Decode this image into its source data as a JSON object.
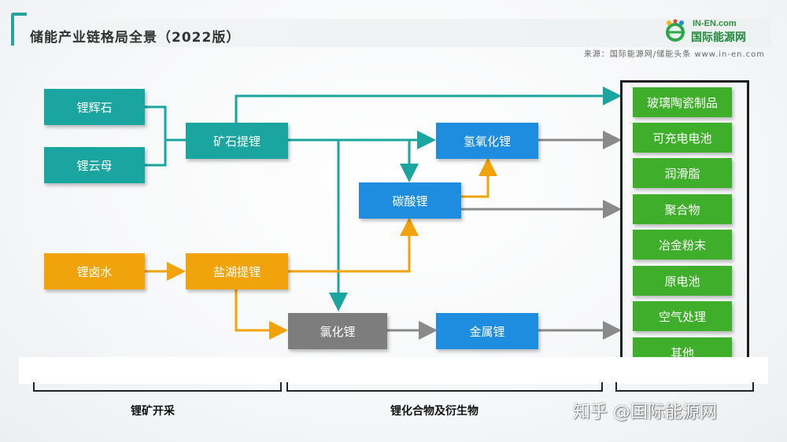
{
  "header": {
    "title": "储能产业链格局全景（2022版）",
    "logo_en": "IN-EN.com",
    "logo_cn": "国际能源网",
    "source": "来源：国际能源网/储能头条 www.in-en.com"
  },
  "nodes": {
    "spodumene": "锂辉石",
    "lepidolite": "锂云母",
    "brine": "锂卤水",
    "ore_extraction": "矿石提锂",
    "salt_lake_extraction": "盐湖提锂",
    "lithium_hydroxide": "氢氧化锂",
    "lithium_carbonate": "碳酸锂",
    "lithium_chloride": "氯化锂",
    "lithium_metal": "金属锂"
  },
  "applications": [
    "玻璃陶瓷制品",
    "可充电电池",
    "润滑脂",
    "聚合物",
    "冶金粉末",
    "原电池",
    "空气处理",
    "其他"
  ],
  "sections": {
    "mining": "锂矿开采",
    "compounds": "锂化合物及衍生物"
  },
  "watermark": "知乎 @国际能源网",
  "colors": {
    "teal": "#1aa5a0",
    "orange": "#f0a30a",
    "blue": "#1e8de0",
    "gray": "#7d7d7d",
    "green": "#3fae2a",
    "arrow_gray": "#8a8a8a"
  }
}
